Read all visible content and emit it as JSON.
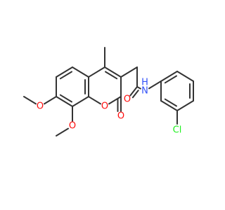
{
  "diagram": {
    "colors": {
      "bond": "#333333",
      "oxygen": "#ff0d0d",
      "nitrogen": "#3050f8",
      "chlorine": "#1ff01f",
      "background": "#ffffff"
    },
    "atoms": {
      "o_ketone_amide": "O",
      "n_amide": "N",
      "h_amide": "H",
      "cl": "Cl",
      "o_methoxy_7": "O",
      "o_methoxy_8": "O",
      "o_ring": "O",
      "o_lactone": "O"
    }
  }
}
